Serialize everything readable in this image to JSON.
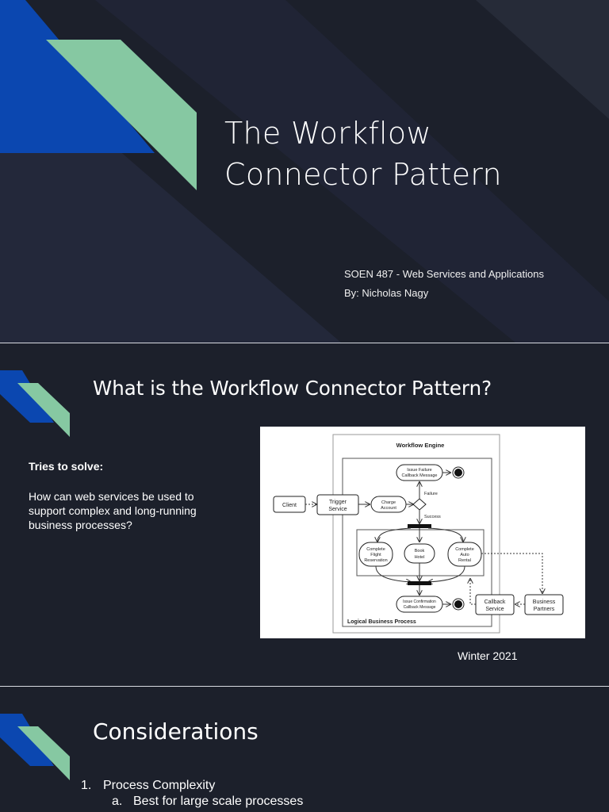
{
  "slide1": {
    "title_line1": "The Workflow",
    "title_line2": "Connector Pattern",
    "course": "SOEN 487 - Web Services and Applications",
    "author": "By: Nicholas Nagy",
    "colors": {
      "background": "#1c202b",
      "blue": "#0b47b0",
      "green": "#86c8a2"
    }
  },
  "slide2": {
    "title": "What is the Workflow Connector Pattern?",
    "tries_label": "Tries to solve:",
    "question": "How can web services be used to support complex and long-running business processes?",
    "date": "Winter 2021",
    "diagram": {
      "engine_title": "Workflow Engine",
      "process_title": "Logical Business Process",
      "client": "Client",
      "trigger_1": "Trigger",
      "trigger_2": "Service",
      "charge_1": "Charge",
      "charge_2": "Account",
      "failure_1": "Issue Failure",
      "failure_2": "Callback Message",
      "failure_label": "Failure",
      "success_label": "Success",
      "flight_1": "Complete",
      "flight_2": "Flight",
      "flight_3": "Reservation",
      "hotel_1": "Book",
      "hotel_2": "Hotel",
      "auto_1": "Complete",
      "auto_2": "Auto",
      "auto_3": "Rental",
      "confirm_1": "Issue Confirmation",
      "confirm_2": "Callback Message",
      "callback_1": "Callback",
      "callback_2": "Service",
      "partners_1": "Business",
      "partners_2": "Partners"
    }
  },
  "slide3": {
    "title": "Considerations",
    "items": [
      {
        "marker": "1.",
        "text": "Process Complexity"
      },
      {
        "marker": "a.",
        "text": "Best for large scale processes"
      }
    ]
  }
}
